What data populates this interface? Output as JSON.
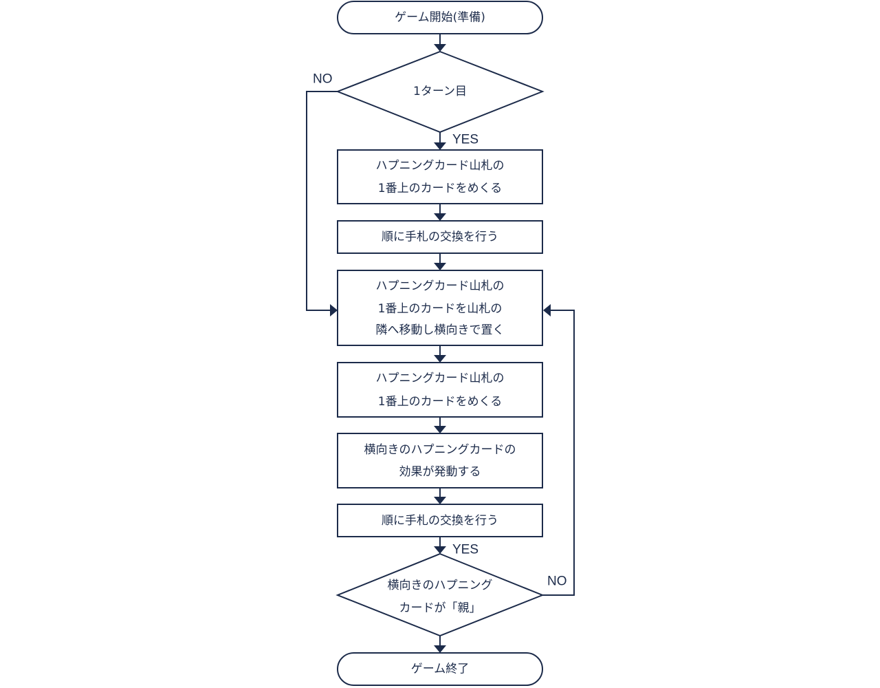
{
  "nodes": {
    "start": {
      "lines": [
        "ゲーム開始(準備)"
      ]
    },
    "first_turn": {
      "lines": [
        "1ターン目"
      ]
    },
    "flip_top_1": {
      "lines": [
        "ハプニングカード山札の",
        "1番上のカードをめくる"
      ]
    },
    "exchange_1": {
      "lines": [
        "順に手札の交換を行う"
      ]
    },
    "move_sideways": {
      "lines": [
        "ハプニングカード山札の",
        "1番上のカードを山札の",
        "隣へ移動し横向きで置く"
      ]
    },
    "flip_top_2": {
      "lines": [
        "ハプニングカード山札の",
        "1番上のカードをめくる"
      ]
    },
    "effect": {
      "lines": [
        "横向きのハプニングカードの",
        "効果が発動する"
      ]
    },
    "exchange_2": {
      "lines": [
        "順に手札の交換を行う"
      ]
    },
    "is_parent": {
      "lines": [
        "横向きのハプニング",
        "カードが「親」"
      ]
    },
    "end": {
      "lines": [
        "ゲーム終了"
      ]
    }
  },
  "branch_labels": {
    "first_turn_no": "NO",
    "first_turn_yes": "YES",
    "is_parent_yes": "YES",
    "is_parent_no": "NO"
  },
  "colors": {
    "stroke": "#1c2b4a",
    "fill": "#ffffff",
    "text": "#1c2b4a"
  }
}
